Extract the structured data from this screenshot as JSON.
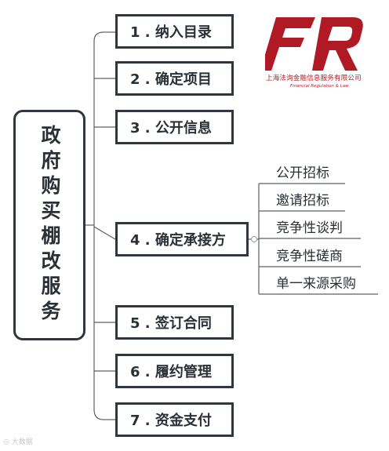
{
  "root": {
    "label": "政府购买棚改服务"
  },
  "steps": [
    {
      "label": "1 . 纳入目录"
    },
    {
      "label": "2 . 确定项目"
    },
    {
      "label": "3 . 公开信息"
    },
    {
      "label": "4 . 确定承接方"
    },
    {
      "label": "5 . 签订合同"
    },
    {
      "label": "6 . 履约管理"
    },
    {
      "label": "7 . 资金支付"
    }
  ],
  "sub_methods": [
    {
      "label": "公开招标"
    },
    {
      "label": "邀请招标"
    },
    {
      "label": "竞争性谈判"
    },
    {
      "label": "竞争性磋商"
    },
    {
      "label": "单一来源采购"
    }
  ],
  "logo": {
    "name_cn": "上海法询金融信息服务有限公司",
    "name_en": "Financial Regulation & Law",
    "color": "#b01a24"
  },
  "watermark": {
    "text": "大数据"
  }
}
